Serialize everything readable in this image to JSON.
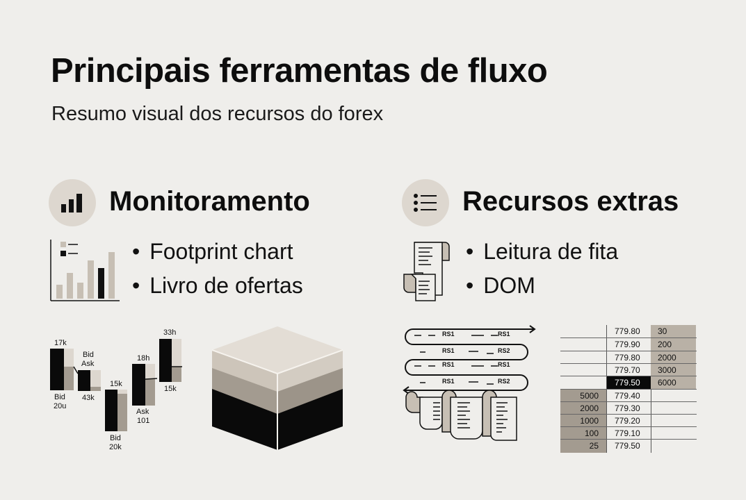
{
  "header": {
    "title": "Principais ferramentas de fluxo",
    "subtitle": "Resumo visual dos recursos do forex"
  },
  "sections": [
    {
      "heading": "Monitoramento",
      "icon": "bar-chart-icon",
      "bullets": [
        "Footprint chart",
        "Livro de ofertas"
      ]
    },
    {
      "heading": "Recursos extras",
      "icon": "list-icon",
      "bullets": [
        "Leitura de fita",
        "DOM"
      ]
    }
  ],
  "footprint": {
    "labels": {
      "c1_top": "17k",
      "c1_bottom_1": "Bid",
      "c1_bottom_2": "20u",
      "c2_top_1": "Bid",
      "c2_top_2": "Ask",
      "c2_bottom": "43k",
      "c3_top": "15k",
      "c3_bottom_1": "Bid",
      "c3_bottom_2": "20k",
      "c4_top": "18h",
      "c4_bottom_1": "Ask",
      "c4_bottom_2": "101",
      "c5_top": "33h",
      "c5_bottom": "15k"
    }
  },
  "tape": {
    "rows": [
      {
        "a": "RS1",
        "b": "RS1"
      },
      {
        "a": "RS1",
        "b": "RS2"
      },
      {
        "a": "RS1",
        "b": "RS1"
      },
      {
        "a": "RS1",
        "b": "RS2"
      }
    ]
  },
  "dom": {
    "rows": [
      {
        "bid": "",
        "price": "779.80",
        "ask": "30"
      },
      {
        "bid": "",
        "price": "779.90",
        "ask": "200"
      },
      {
        "bid": "",
        "price": "779.80",
        "ask": "2000"
      },
      {
        "bid": "",
        "price": "779.70",
        "ask": "3000"
      },
      {
        "bid": "",
        "price": "779.50",
        "ask": "6000",
        "highlight": true
      },
      {
        "bid": "5000",
        "price": "779.40",
        "ask": ""
      },
      {
        "bid": "2000",
        "price": "779.30",
        "ask": ""
      },
      {
        "bid": "1000",
        "price": "779.20",
        "ask": ""
      },
      {
        "bid": "100",
        "price": "779.10",
        "ask": ""
      },
      {
        "bid": "25",
        "price": "779.50",
        "ask": ""
      }
    ]
  },
  "colors": {
    "background": "#efeeeb",
    "beige_light": "#ddd7cf",
    "beige_mid": "#c7bfb4",
    "taupe": "#a39b90",
    "black": "#0a0a0a"
  }
}
